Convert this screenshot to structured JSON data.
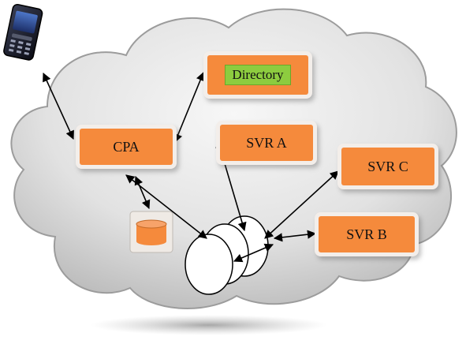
{
  "nodes": {
    "directory": "Directory",
    "cpa": "CPA",
    "svr_a": "SVR A",
    "svr_b": "SVR B",
    "svr_c": "SVR C"
  },
  "icons": {
    "phone": "mobile-phone-icon",
    "database": "database-cylinder-icon",
    "bus": "stacked-ellipse-bus"
  },
  "colors": {
    "box": "#f58a3c",
    "directory_label": "#8dcc3f",
    "cloud": "#dcdcdc"
  }
}
